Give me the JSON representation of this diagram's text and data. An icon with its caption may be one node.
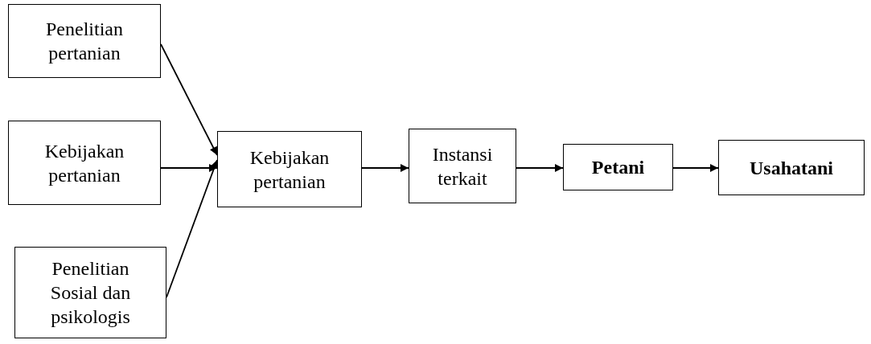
{
  "diagram": {
    "nodes": [
      {
        "text": [
          "Penelitian pertanian"
        ]
      },
      {
        "text": [
          "Kebijakan pertanian"
        ]
      },
      {
        "text": [
          "Penelitian Sosial dan psikologis"
        ]
      },
      {
        "text": [
          "Kebijakan pertanian"
        ]
      },
      {
        "text": [
          "Instansi terkait"
        ]
      },
      {
        "text": [
          "Petani"
        ]
      },
      {
        "text": [
          "Usahatani"
        ]
      }
    ],
    "edges": [
      {
        "from": 0,
        "to": 3,
        "arrow": "to"
      },
      {
        "from": 1,
        "to": 3,
        "arrow": "to"
      },
      {
        "from": 2,
        "to": 3,
        "arrow": "to"
      },
      {
        "from": 3,
        "to": 4,
        "arrow": "to"
      },
      {
        "from": 4,
        "to": 5,
        "arrow": "to"
      },
      {
        "from": 5,
        "to": 6,
        "arrow": "to"
      }
    ]
  }
}
